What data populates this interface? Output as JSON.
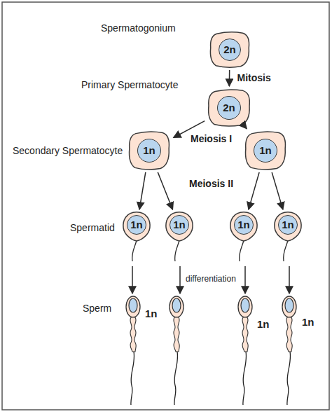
{
  "diagram": {
    "nodes": [
      {
        "text": [
          "2n"
        ]
      },
      {
        "text": [
          "2n"
        ]
      },
      {
        "text": [
          "1n"
        ]
      },
      {
        "text": [
          "1n"
        ]
      },
      {
        "text": [
          "1n"
        ]
      },
      {
        "text": [
          "1n"
        ]
      },
      {
        "text": [
          "1n"
        ]
      },
      {
        "text": [
          "1n"
        ]
      }
    ],
    "edges": [
      {
        "from": 0,
        "to": 1,
        "arrow": "to",
        "label": "Mitosis"
      },
      {
        "from": 1,
        "to": 2,
        "arrow": "to"
      },
      {
        "from": 1,
        "to": 3,
        "arrow": "to"
      },
      {
        "from": 2,
        "to": 4,
        "arrow": "to"
      },
      {
        "from": 2,
        "to": 5,
        "arrow": "to"
      },
      {
        "from": 3,
        "to": 6,
        "arrow": "to"
      },
      {
        "from": 3,
        "to": 7,
        "arrow": "to"
      }
    ],
    "labels": [
      "Spermatogonium",
      "Primary Spermatocyte",
      "Meiosis I",
      "Secondary Spermatocyte",
      "Meiosis II",
      "Spermatid",
      "differentiation",
      "Sperm",
      "1n",
      "1n",
      "1n"
    ]
  }
}
